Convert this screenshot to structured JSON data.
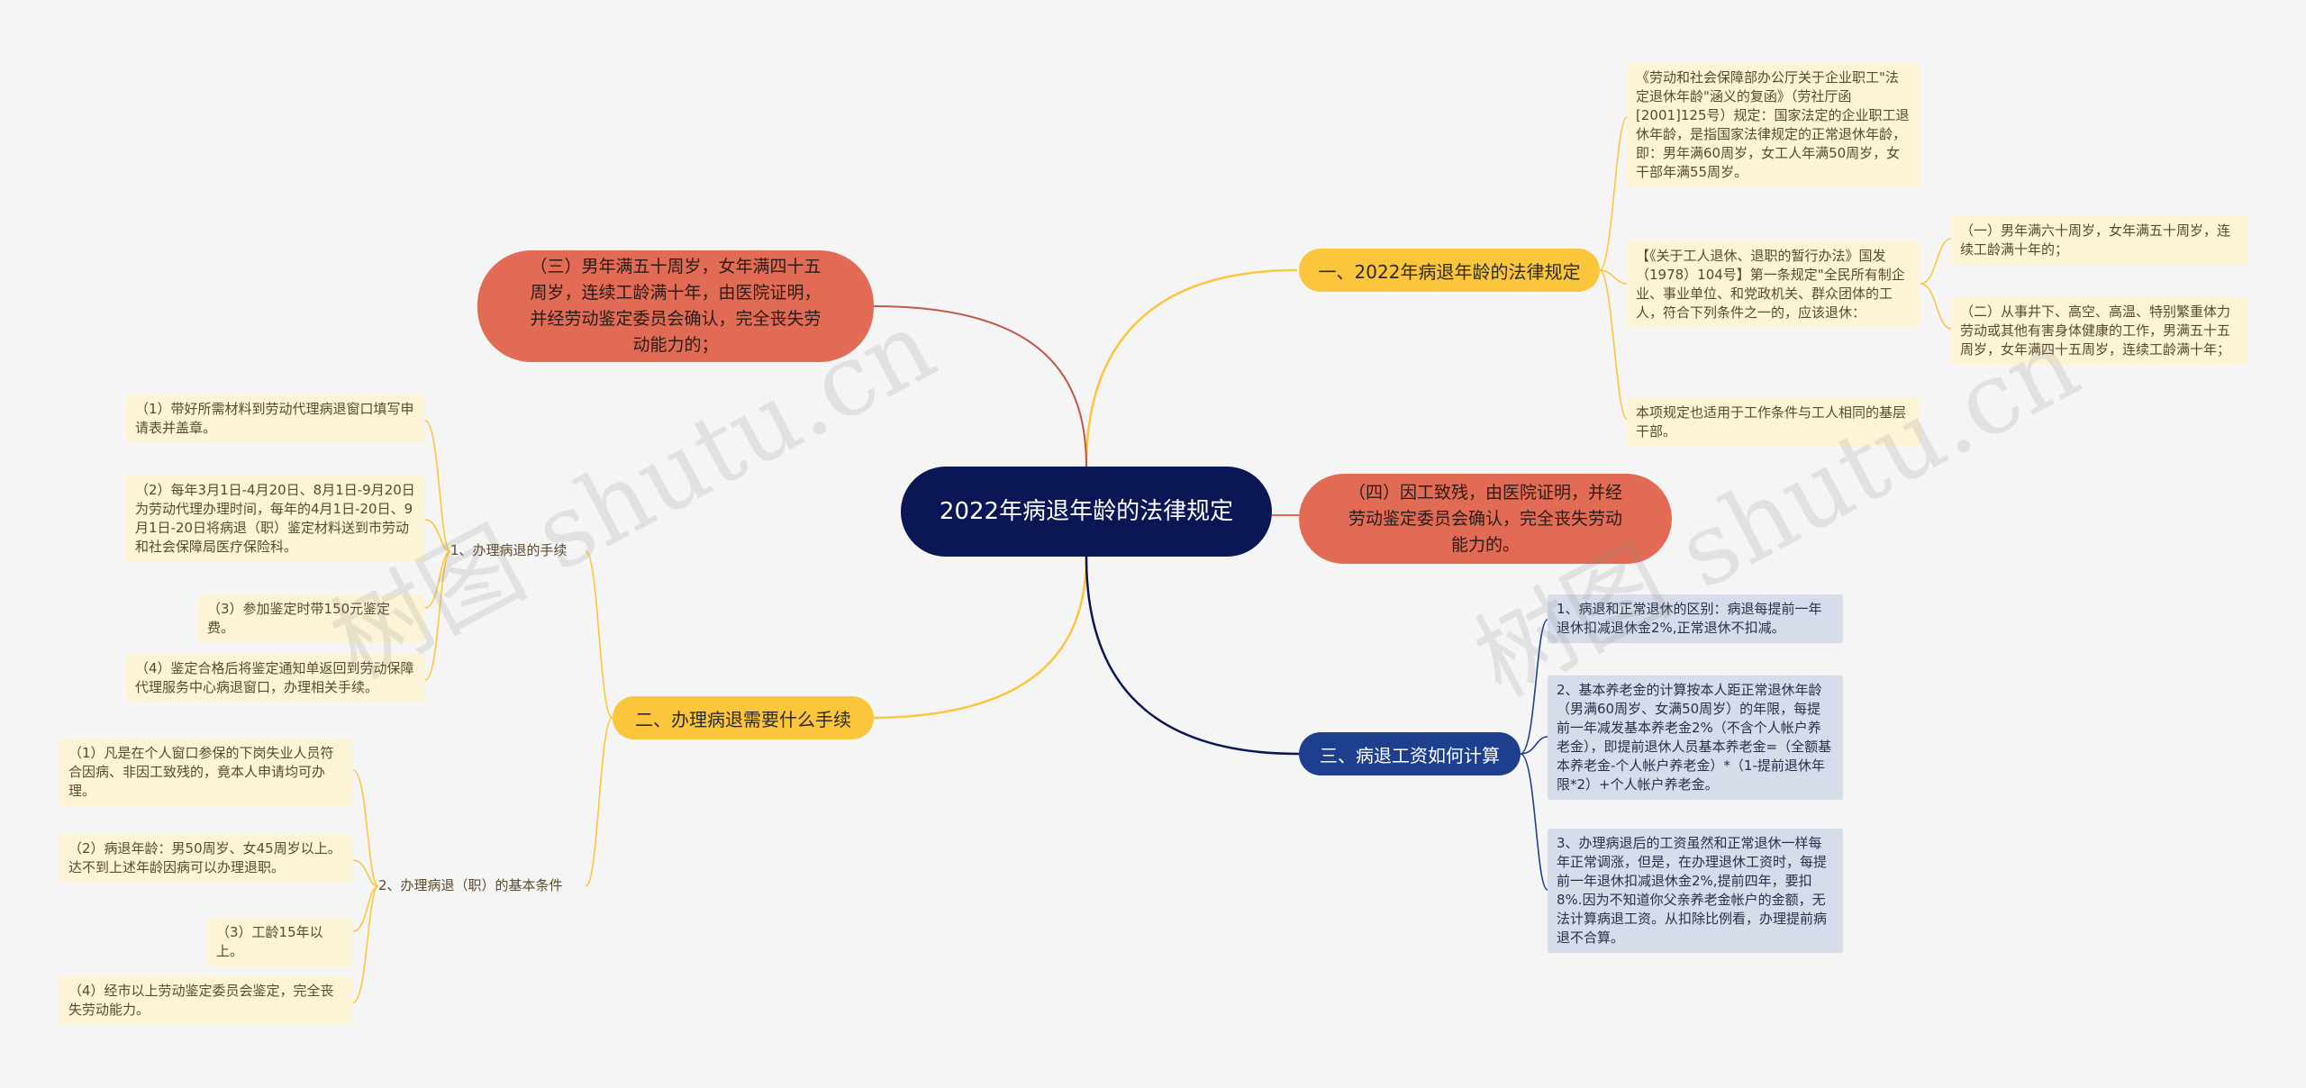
{
  "root": {
    "title": "2022年病退年龄的法律规定"
  },
  "branch1": {
    "label": "一、2022年病退年龄的法律规定",
    "note1": "《劳动和社会保障部办公厅关于企业职工\"法定退休年龄\"涵义的复函》（劳社厅函[2001]125号）规定：国家法定的企业职工退休年龄，是指国家法律规定的正常退休年龄，即：男年满60周岁，女工人年满50周岁，女干部年满55周岁。",
    "note2": "【《关于工人退休、退职的暂行办法》国发（1978）104号】第一条规定\"全民所有制企业、事业单位、和党政机关、群众团体的工人，符合下列条件之一的，应该退休：",
    "sub1": "（一）男年满六十周岁，女年满五十周岁，连续工龄满十年的；",
    "sub2": "（二）从事井下、高空、高温、特别繁重体力劳动或其他有害身体健康的工作，男满五十五周岁，女年满四十五周岁，连续工龄满十年；",
    "note3": "本项规定也适用于工作条件与工人相同的基层干部。"
  },
  "red_left": {
    "text": "（三）男年满五十周岁，女年满四十五周岁，连续工龄满十年，由医院证明，并经劳动鉴定委员会确认，完全丧失劳动能力的；"
  },
  "red_right": {
    "text": "（四）因工致残，由医院证明，并经劳动鉴定委员会确认，完全丧失劳动能力的。"
  },
  "branch2": {
    "label": "二、办理病退需要什么手续",
    "group1": {
      "label": "1、办理病退的手续",
      "items": [
        "（1）带好所需材料到劳动代理病退窗口填写申请表并盖章。",
        "（2）每年3月1日-4月20日、8月1日-9月20日为劳动代理办理时间，每年的4月1日-20日、9月1日-20日将病退（职）鉴定材料送到市劳动和社会保障局医疗保险科。",
        "（3）参加鉴定时带150元鉴定费。",
        "（4）鉴定合格后将鉴定通知单返回到劳动保障代理服务中心病退窗口，办理相关手续。"
      ]
    },
    "group2": {
      "label": "2、办理病退（职）的基本条件",
      "items": [
        "（1）凡是在个人窗口参保的下岗失业人员符合因病、非因工致残的，竟本人申请均可办理。",
        "（2）病退年龄：男50周岁、女45周岁以上。达不到上述年龄因病可以办理退职。",
        "（3）工龄15年以上。",
        "（4）经市以上劳动鉴定委员会鉴定，完全丧失劳动能力。"
      ]
    }
  },
  "branch3": {
    "label": "三、病退工资如何计算",
    "items": [
      "1、病退和正常退休的区别：病退每提前一年退休扣减退休金2%,正常退休不扣减。",
      "2、基本养老金的计算按本人距正常退休年龄（男满60周岁、女满50周岁）的年限，每提前一年减发基本养老金2%（不含个人帐户养老金），即提前退休人员基本养老金=（全额基本养老金-个人帐户养老金）*（1-提前退休年限*2）+个人帐户养老金。",
      "3、办理病退后的工资虽然和正常退休一样每年正常调涨，但是，在办理退休工资时，每提前一年退休扣减退休金2%,提前四年，要扣8%.因为不知道你父亲养老金帐户的金额，无法计算病退工资。从扣除比例看，办理提前病退不合算。"
    ]
  },
  "watermark": {
    "left": "树图 shutu.cn",
    "right": "树图 shutu.cn"
  },
  "colors": {
    "root": "#0b1654",
    "yellow": "#fbc63c",
    "red": "#e26b55",
    "blue": "#1e3f8e",
    "note": "#fdf4d8",
    "note_blue": "#d6dcea"
  }
}
